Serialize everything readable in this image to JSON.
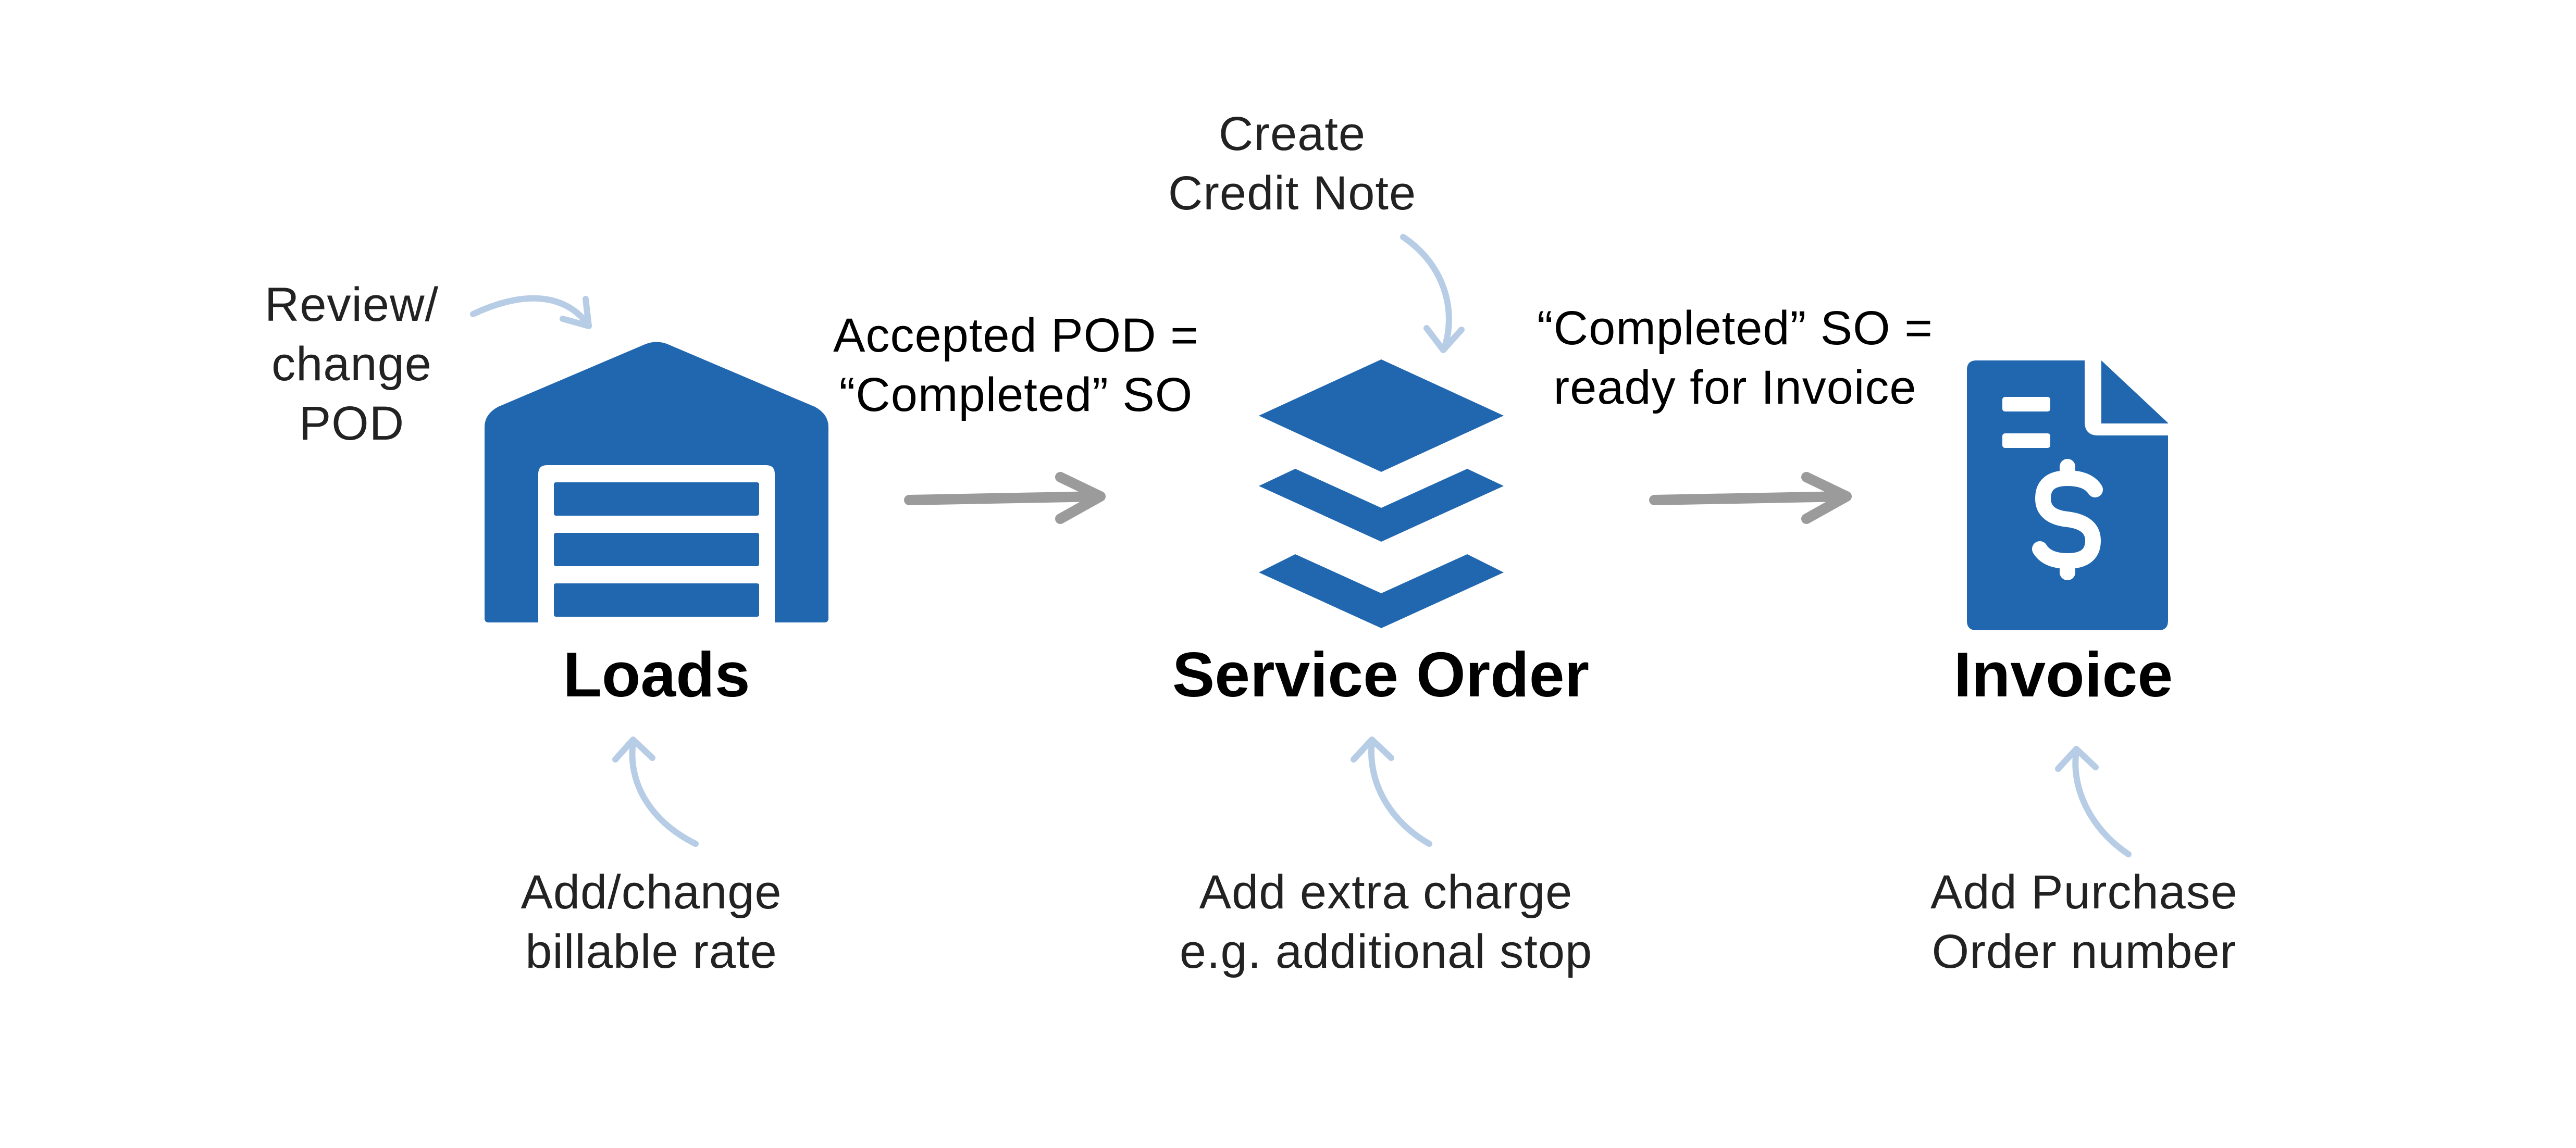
{
  "colors": {
    "icon_blue": "#2167b0",
    "main_arrow": "#9b9b9b",
    "note_arrow": "#b7cde6",
    "text": "#000000"
  },
  "nodes": [
    {
      "title": "Loads",
      "icon": "warehouse-icon"
    },
    {
      "title": "Service Order",
      "icon": "stacked-layers-icon"
    },
    {
      "title": "Invoice",
      "icon": "invoice-document-dollar-icon"
    }
  ],
  "transitions": [
    {
      "line1": "Accepted POD =",
      "line2": "“Completed” SO"
    },
    {
      "line1": "“Completed” SO =",
      "line2": "ready for Invoice"
    }
  ],
  "notes": {
    "loads_top": {
      "line1": "Review/",
      "line2": "change",
      "line3": "POD"
    },
    "service_order_top": {
      "line1": "Create",
      "line2": "Credit Note"
    },
    "loads_bottom": {
      "line1": "Add/change",
      "line2": "billable rate"
    },
    "service_order_bottom": {
      "line1": "Add extra charge",
      "line2": "e.g. additional stop"
    },
    "invoice_bottom": {
      "line1": "Add Purchase",
      "line2": "Order number"
    }
  }
}
